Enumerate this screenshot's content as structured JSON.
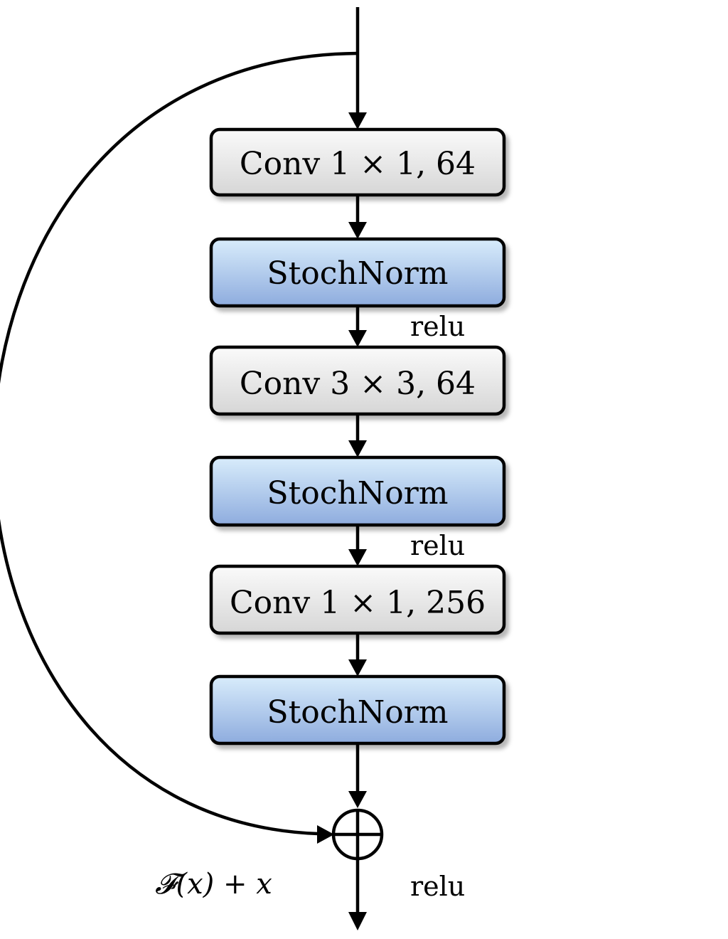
{
  "diagram": {
    "blocks": [
      {
        "label": "Conv 1 × 1, 64",
        "kind": "conv"
      },
      {
        "label": "StochNorm",
        "kind": "norm"
      },
      {
        "label": "Conv 3 × 3, 64",
        "kind": "conv"
      },
      {
        "label": "StochNorm",
        "kind": "norm"
      },
      {
        "label": "Conv 1 × 1, 256",
        "kind": "conv"
      },
      {
        "label": "StochNorm",
        "kind": "norm"
      }
    ],
    "activation_labels": [
      "relu",
      "relu",
      "relu"
    ],
    "sum_label": "𝓕(x) + x",
    "colors": {
      "conv_top": "#fafafa",
      "conv_bottom": "#d6d6d6",
      "norm_top": "#d8ecfb",
      "norm_bottom": "#8eacde",
      "stroke": "#000000"
    }
  }
}
